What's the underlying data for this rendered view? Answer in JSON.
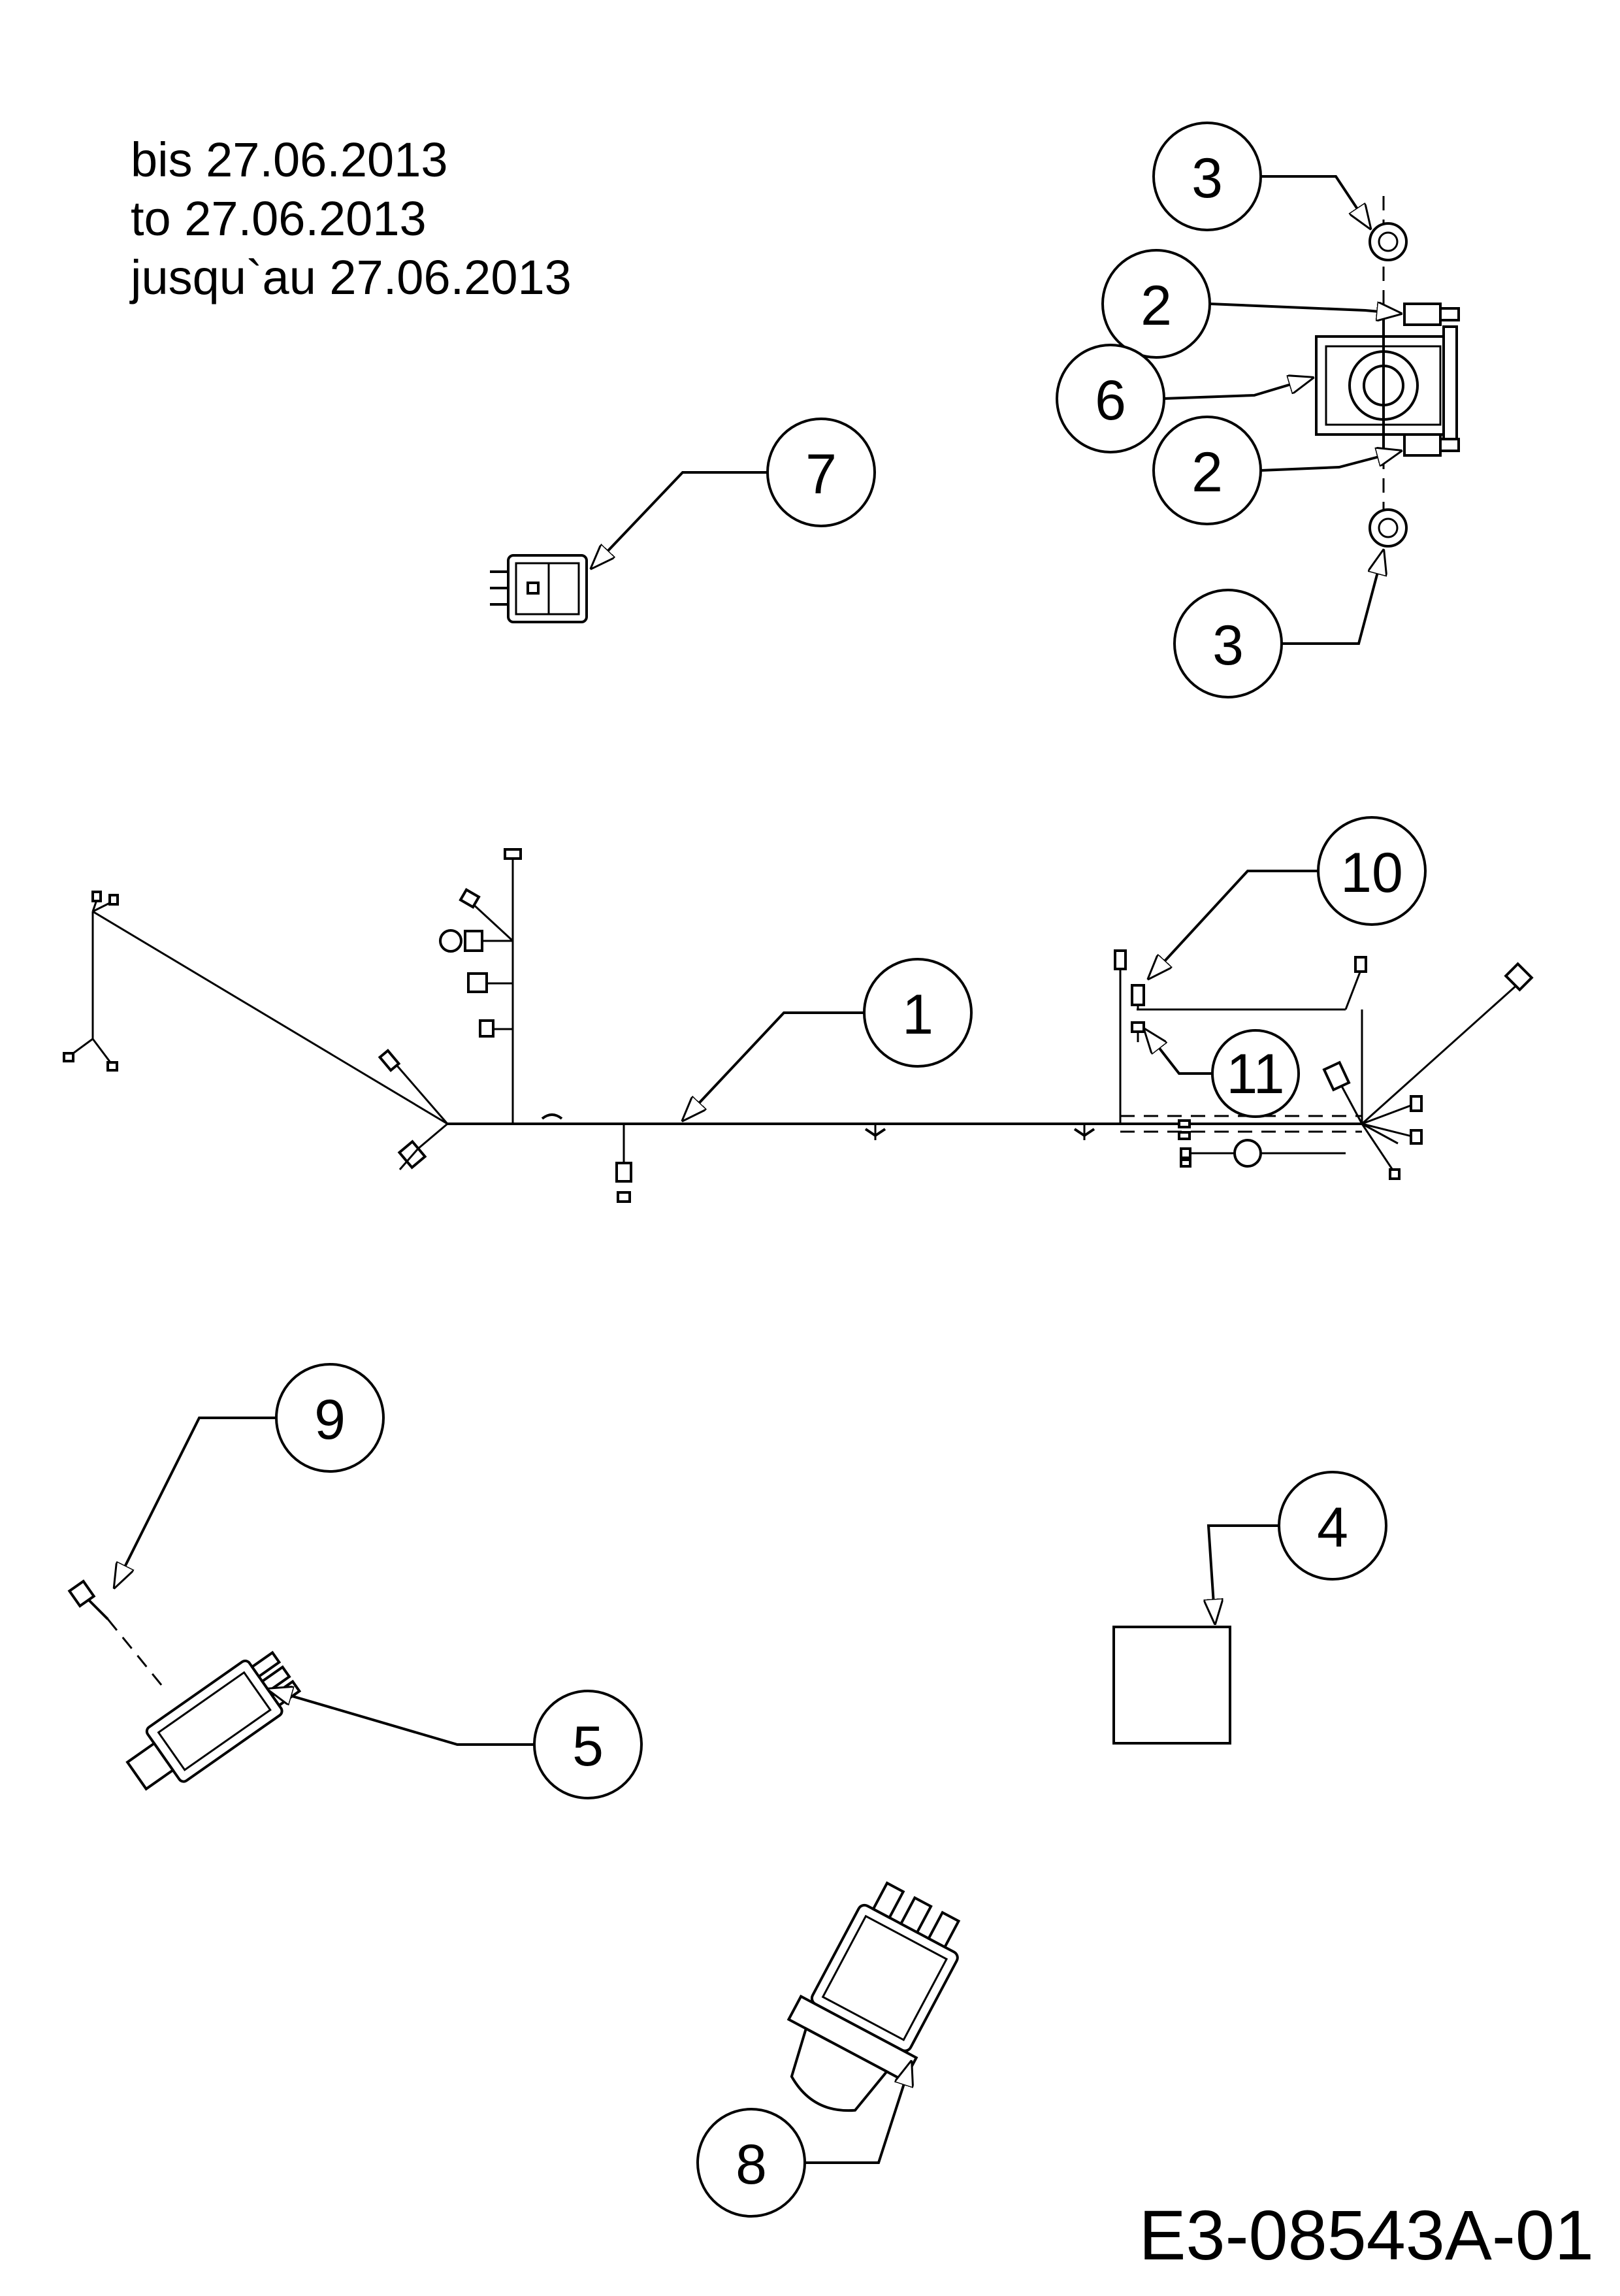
{
  "validity": {
    "de": "bis 27.06.2013",
    "en": "to 27.06.2013",
    "fr": "jusqu`au 27.06.2013"
  },
  "drawing_code": "E3-08543A-01",
  "callouts": [
    "1",
    "2",
    "2",
    "3",
    "3",
    "4",
    "5",
    "6",
    "7",
    "8",
    "9",
    "10",
    "11"
  ],
  "parts": [
    "wiring-harness",
    "bolt",
    "nut",
    "blank-label",
    "plunger-switch",
    "relay-solenoid",
    "module-connector",
    "ignition-key-switch",
    "switch-screw",
    "fuse-holder",
    "wire-lead"
  ]
}
